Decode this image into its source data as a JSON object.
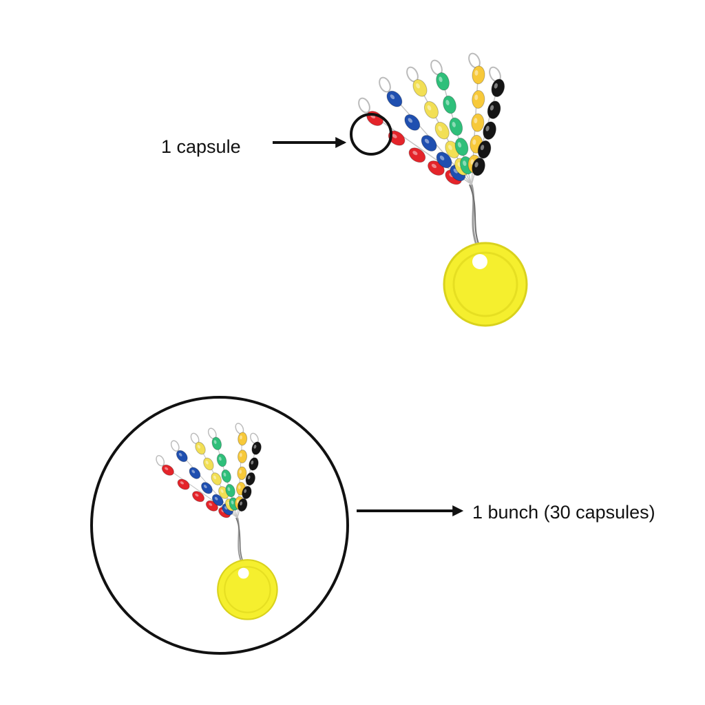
{
  "labels": {
    "capsule": "1 capsule",
    "bunch": "1 bunch (30 capsules)"
  },
  "colors": {
    "red": "#e4242a",
    "blue": "#1f4fb0",
    "light_yellow": "#f2df55",
    "green": "#2fbf7a",
    "amber": "#f7c93a",
    "black": "#151515",
    "disc": "#f5ef2e",
    "wire": "#9a9a9a",
    "outline": "#111111"
  },
  "bunch_contents": {
    "strands": 6,
    "capsules_per_strand": 5
  }
}
